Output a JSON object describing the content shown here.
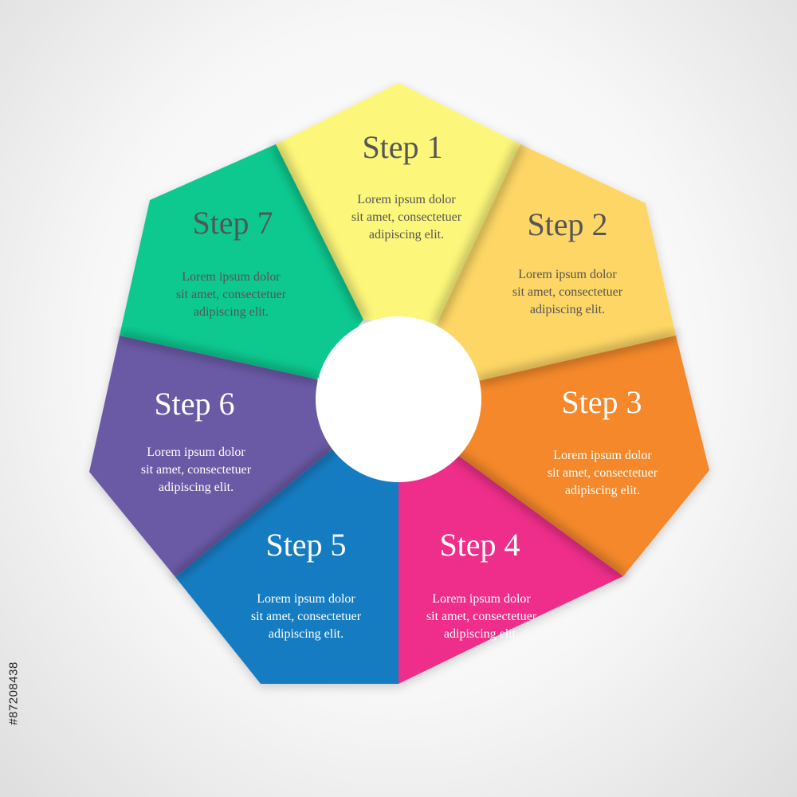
{
  "steps": [
    {
      "title": "Step 1",
      "lines": [
        "Lorem ipsum dolor",
        "sit amet, consectetuer",
        "adipiscing elit."
      ],
      "color": "#fcf67a",
      "text_color": "#555555"
    },
    {
      "title": "Step 2",
      "lines": [
        "Lorem ipsum dolor",
        "sit amet, consectetuer",
        "adipiscing elit."
      ],
      "color": "#fdd665",
      "text_color": "#555555"
    },
    {
      "title": "Step 3",
      "lines": [
        "Lorem ipsum dolor",
        "sit amet, consectetuer",
        "adipiscing elit."
      ],
      "color": "#f4882a",
      "text_color": "#ffffff"
    },
    {
      "title": "Step 4",
      "lines": [
        "Lorem ipsum dolor",
        "sit amet, consectetuer",
        "adipiscing elit."
      ],
      "color": "#ee2f8a",
      "text_color": "#ffffff"
    },
    {
      "title": "Step 5",
      "lines": [
        "Lorem ipsum dolor",
        "sit amet, consectetuer",
        "adipiscing elit."
      ],
      "color": "#137cc2",
      "text_color": "#ffffff"
    },
    {
      "title": "Step 6",
      "lines": [
        "Lorem ipsum dolor",
        "sit amet, consectetuer",
        "adipiscing elit."
      ],
      "color": "#6b5aa6",
      "text_color": "#ffffff"
    },
    {
      "title": "Step 7",
      "lines": [
        "Lorem ipsum dolor",
        "sit amet, consectetuer",
        "adipiscing elit."
      ],
      "color": "#11c98f",
      "text_color": "#555555"
    }
  ],
  "center_color": "#ffffff",
  "image_id_label": "#87208438"
}
